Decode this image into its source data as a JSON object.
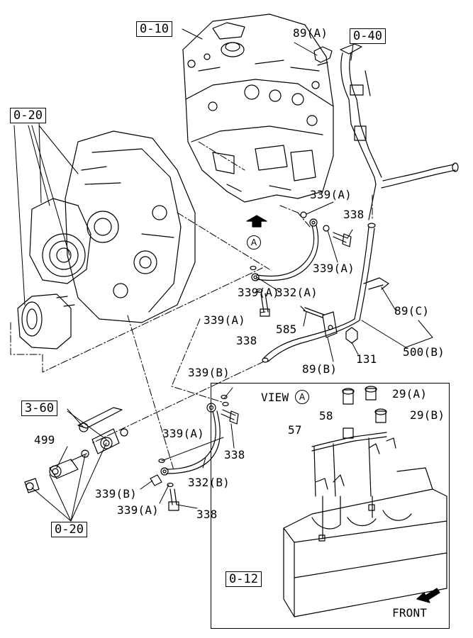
{
  "refs": {
    "r0_10": "0-10",
    "r0_40": "0-40",
    "r0_20_top": "0-20",
    "r3_60": "3-60",
    "r0_20_bottom": "0-20",
    "r0_12": "0-12"
  },
  "parts": {
    "p89a": "89(A)",
    "p339a_1": "339(A)",
    "p338_1": "338",
    "p339a_2": "339(A)",
    "p339a_3": "339(A)",
    "p332a": "332(A)",
    "p339a_4": "339(A)",
    "p338_2": "338",
    "p89c": "89(C)",
    "p585": "585",
    "p500b": "500(B)",
    "p131": "131",
    "p89b": "89(B)",
    "p339b_1": "339(B)",
    "p499": "499",
    "p339a_5": "339(A)",
    "p338_3": "338",
    "p332b": "332(B)",
    "p339b_2": "339(B)",
    "p339a_6": "339(A)",
    "p338_4": "338"
  },
  "view": {
    "title": "VIEW",
    "marker": "A",
    "p58": "58",
    "p29a": "29(A)",
    "p29b": "29(B)",
    "p57": "57",
    "front": "FRONT"
  },
  "markers": {
    "a_main": "A"
  },
  "icons": [
    "front-arrow-icon",
    "view-direction-arrow-icon"
  ]
}
